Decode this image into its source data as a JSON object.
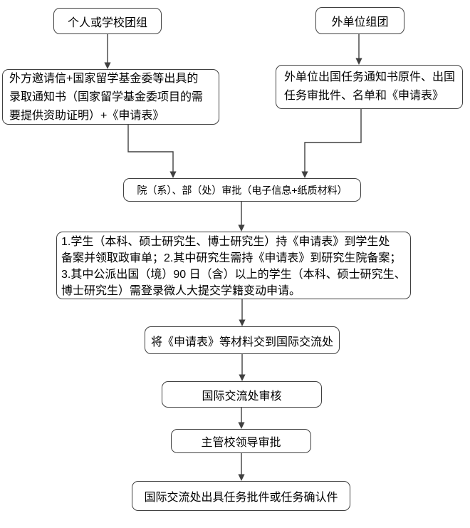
{
  "colors": {
    "border": "#404040",
    "text": "#000000",
    "arrow": "#404040",
    "background": "#ffffff"
  },
  "flowchart": {
    "personal_group": {
      "label": "个人或学校团组"
    },
    "external_group": {
      "label": "外单位组团"
    },
    "personal_materials": {
      "lines": [
        "外方邀请信+国家留学基金委等出具的",
        "录取通知书（国家留学基金委项目的需",
        "要提供资助证明）+《申请表》"
      ]
    },
    "external_materials": {
      "lines": [
        "外单位出国任务通知书原件、出国",
        "任务审批件、名单和《申请表》"
      ]
    },
    "dept_approval": {
      "label": "院（系）、部（处）审批（电子信息+纸质材料）"
    },
    "student_filing": {
      "lines": [
        "1.学生（本科、硕士研究生、博士研究生）持《申请表》到学生处",
        "备案并领取政审单；2.其中研究生需持《申请表》到研究生院备案；",
        "3.其中公派出国（境）90 日（含）以上的学生（本科、硕士研究生、",
        "博士研究生）需登录微人大提交学籍变动申请。"
      ]
    },
    "submit_materials": {
      "label": "将《申请表》等材料交到国际交流处"
    },
    "oia_review": {
      "label": "国际交流处审核"
    },
    "leader_approval": {
      "label": "主管校领导审批"
    },
    "issue_documents": {
      "label": "国际交流处出具任务批件或任务确认件"
    }
  }
}
